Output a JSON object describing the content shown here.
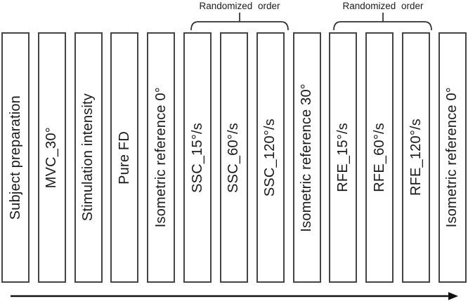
{
  "diagram": {
    "stages": [
      "Subject preparation",
      "MVC_30°",
      "Stimulation intensity",
      "Pure FD",
      "Isometric reference 0°",
      "SSC_15°/s",
      "SSC_60°/s",
      "SSC_120°/s",
      "Isometric reference 30°",
      "RFE_15°/s",
      "RFE_60°/s",
      "RFE_120°/s",
      "Isometric reference 0°"
    ],
    "annotations": [
      {
        "label": "Randomized order",
        "covers": [
          "SSC_15°/s",
          "SSC_60°/s",
          "SSC_120°/s"
        ]
      },
      {
        "label": "Randomized order",
        "covers": [
          "RFE_15°/s",
          "RFE_60°/s",
          "RFE_120°/s"
        ]
      }
    ],
    "timeline_arrow_direction": "left-to-right",
    "colors": {
      "background": "#ffffff",
      "box_border": "#444444",
      "text": "#1a1a1a",
      "bracket": "#2f2f2f",
      "arrow": "#111111"
    }
  }
}
